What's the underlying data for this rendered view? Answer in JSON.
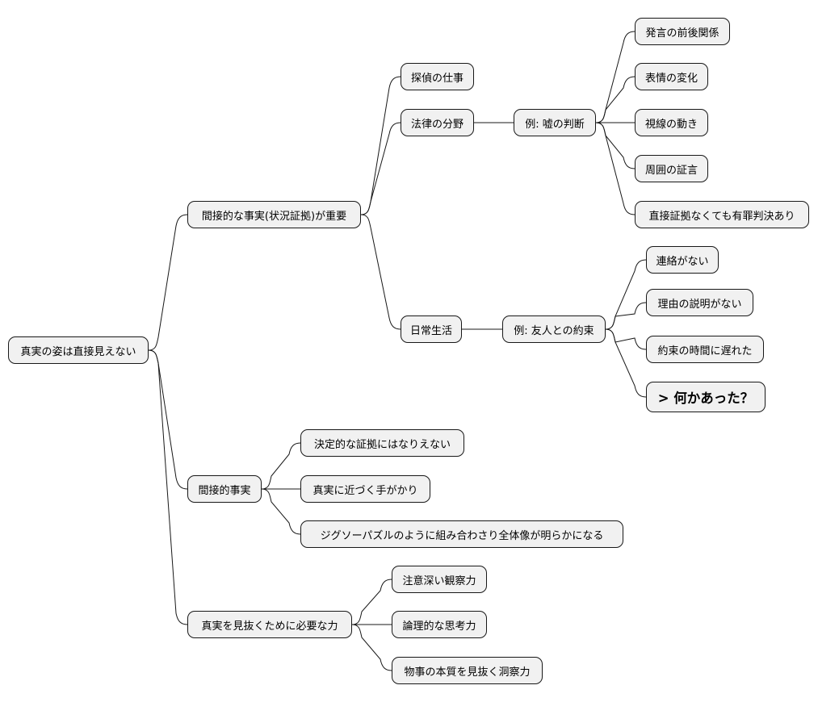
{
  "mindmap": {
    "root": "真実の姿は直接見えない",
    "indirect_facts_important": "間接的な事実(状況証拠)が重要",
    "detective_work": "探偵の仕事",
    "legal_field": "法律の分野",
    "legal_example": "例: 嘘の判断",
    "legal_items": [
      "発言の前後関係",
      "表情の変化",
      "視線の動き",
      "周囲の証言",
      "直接証拠なくても有罪判決あり"
    ],
    "daily_life": "日常生活",
    "daily_example": "例: 友人との約束",
    "daily_items": [
      "連絡がない",
      "理由の説明がない",
      "約束の時間に遅れた",
      "> 何かあった？"
    ],
    "indirect_facts": "間接的事実",
    "indirect_items": [
      "決定的な証拠にはなりえない",
      "真実に近づく手がかり",
      "ジグソーパズルのように組み合わさり全体像が明らかになる"
    ],
    "required_skills": "真実を見抜くために必要な力",
    "skill_items": [
      "注意深い観察力",
      "論理的な思考力",
      "物事の本質を見抜く洞察力"
    ]
  },
  "colors": {
    "node_fill": "#f1f1f1",
    "node_border": "#181818",
    "edge": "#181818"
  }
}
